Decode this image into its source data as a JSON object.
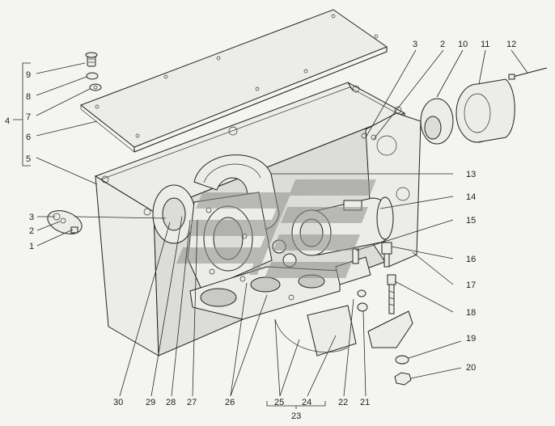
{
  "diagram": {
    "labels": [
      {
        "id": "l9",
        "text": "9"
      },
      {
        "id": "l8",
        "text": "8"
      },
      {
        "id": "l7",
        "text": "7"
      },
      {
        "id": "l4",
        "text": "4"
      },
      {
        "id": "l6",
        "text": "6"
      },
      {
        "id": "l5",
        "text": "5"
      },
      {
        "id": "l3a",
        "text": "3"
      },
      {
        "id": "l2a",
        "text": "2"
      },
      {
        "id": "l1",
        "text": "1"
      },
      {
        "id": "l3b",
        "text": "3"
      },
      {
        "id": "l2b",
        "text": "2"
      },
      {
        "id": "l10",
        "text": "10"
      },
      {
        "id": "l11",
        "text": "11"
      },
      {
        "id": "l12",
        "text": "12"
      },
      {
        "id": "l13",
        "text": "13"
      },
      {
        "id": "l14",
        "text": "14"
      },
      {
        "id": "l15",
        "text": "15"
      },
      {
        "id": "l16",
        "text": "16"
      },
      {
        "id": "l17",
        "text": "17"
      },
      {
        "id": "l18",
        "text": "18"
      },
      {
        "id": "l19",
        "text": "19"
      },
      {
        "id": "l20",
        "text": "20"
      },
      {
        "id": "l30",
        "text": "30"
      },
      {
        "id": "l29",
        "text": "29"
      },
      {
        "id": "l28",
        "text": "28"
      },
      {
        "id": "l27",
        "text": "27"
      },
      {
        "id": "l26",
        "text": "26"
      },
      {
        "id": "l25",
        "text": "25"
      },
      {
        "id": "l24",
        "text": "24"
      },
      {
        "id": "l22",
        "text": "22"
      },
      {
        "id": "l21",
        "text": "21"
      },
      {
        "id": "l23",
        "text": "23"
      }
    ]
  }
}
